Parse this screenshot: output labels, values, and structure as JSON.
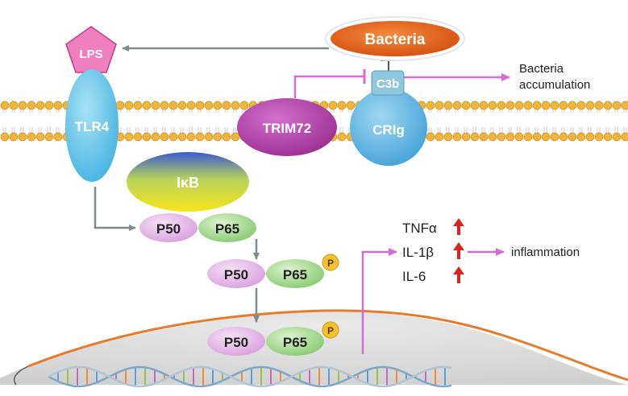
{
  "labels": {
    "bacteria": "Bacteria",
    "lps": "LPS",
    "c3b": "C3b",
    "bacteria_accumulation_line1": "Bacteria",
    "bacteria_accumulation_line2": "accumulation",
    "tlr4": "TLR4",
    "trim72": "TRIM72",
    "crig": "CRIg",
    "ikb": "IκB",
    "p50": "P50",
    "p65": "P65",
    "phospho": "P",
    "tnfa": "TNFα",
    "il1b": "IL-1β",
    "il6": "IL-6",
    "inflammation": "inflammation"
  },
  "colors": {
    "bacteria": "#e8601a",
    "lps": "#e75aa5",
    "receptor_blue": "#6ec6ea",
    "trim72": "#b23aa8",
    "membrane_head": "#f2b43c",
    "p50": "#e7b3e6",
    "p65": "#8fd07a",
    "phospho": "#f5c22b",
    "arrow_pink": "#d56ad8",
    "arrow_gray": "#7f8c8d",
    "up_arrow_red": "#e02020",
    "nucleus_line": "#e87a2c"
  },
  "icons": {
    "up_arrow": "red-up-arrow-icon",
    "phospho": "phosphate-badge-icon"
  }
}
